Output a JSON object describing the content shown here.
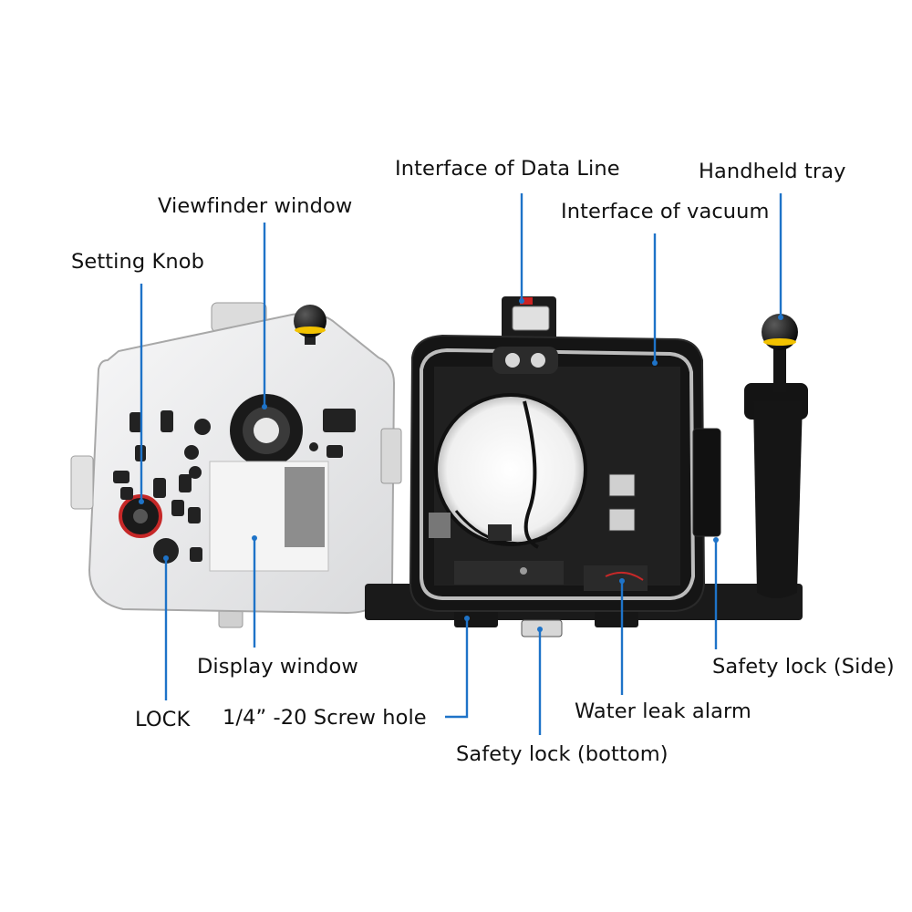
{
  "labels": {
    "interface_data_line": "Interface of Data Line",
    "handheld_tray": "Handheld tray",
    "viewfinder_window": "Viewfinder window",
    "interface_vacuum": "Interface of vacuum",
    "setting_knob": "Setting Knob",
    "display_window": "Display window",
    "safety_lock_side": "Safety lock (Side)",
    "lock": "LOCK",
    "screw_hole": "1/4”  -20 Screw hole",
    "water_leak_alarm": "Water leak alarm",
    "safety_lock_bottom": "Safety lock (bottom)"
  },
  "colors": {
    "leader_line": "#1e73c8",
    "housing_black": "#141414",
    "back_door": "#ededee",
    "accent_yellow": "#f2c200",
    "knob_red": "#c62828"
  },
  "icons": [
    "camera-housing-back-door",
    "camera-housing-body",
    "handheld-tray-grip"
  ]
}
